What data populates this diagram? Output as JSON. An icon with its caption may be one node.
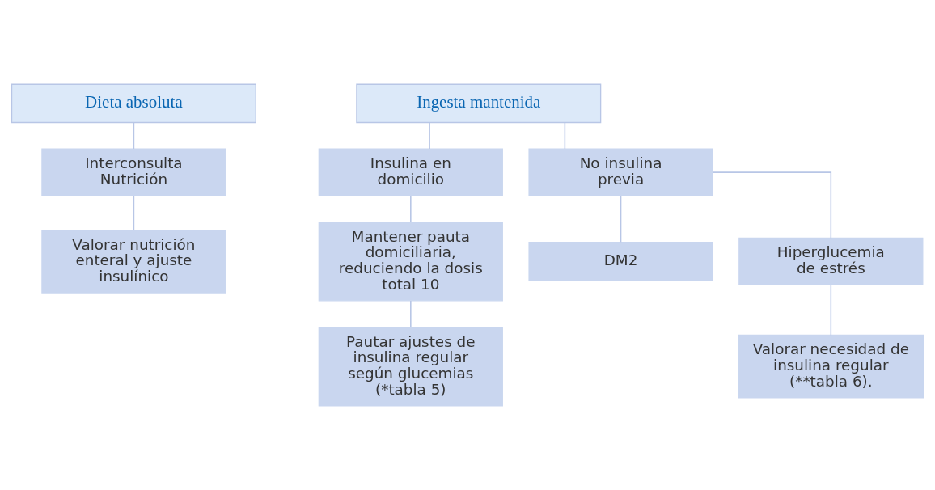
{
  "diagram": {
    "nodes": [
      {
        "text": [
          "Dieta absoluta"
        ]
      },
      {
        "text": [
          "Ingesta mantenida"
        ]
      },
      {
        "text": [
          "Interconsulta Nutrición"
        ]
      },
      {
        "text": [
          "Valorar nutrición enteral y ajuste insulínico"
        ]
      },
      {
        "text": [
          "Insulina en domicilio"
        ]
      },
      {
        "text": [
          "Mantener pauta domiciliaria, reduciendo la dosis total 10"
        ]
      },
      {
        "text": [
          "Pautar ajustes de insulina regular según glucemias (*tabla 5)"
        ]
      },
      {
        "text": [
          "No insulina previa"
        ]
      },
      {
        "text": [
          "DM2"
        ]
      },
      {
        "text": [
          "Hiperglucemia de estrés"
        ]
      },
      {
        "text": [
          "Valorar necesidad de insulina regular (**tabla 6)."
        ]
      }
    ],
    "edges": [
      {
        "from": 0,
        "to": 2,
        "arrow": "none"
      },
      {
        "from": 2,
        "to": 3,
        "arrow": "none"
      },
      {
        "from": 1,
        "to": 4,
        "arrow": "none"
      },
      {
        "from": 1,
        "to": 7,
        "arrow": "none"
      },
      {
        "from": 4,
        "to": 5,
        "arrow": "none"
      },
      {
        "from": 5,
        "to": 6,
        "arrow": "none"
      },
      {
        "from": 7,
        "to": 8,
        "arrow": "none"
      },
      {
        "from": 7,
        "to": 9,
        "arrow": "none"
      },
      {
        "from": 9,
        "to": 10,
        "arrow": "none"
      }
    ]
  }
}
